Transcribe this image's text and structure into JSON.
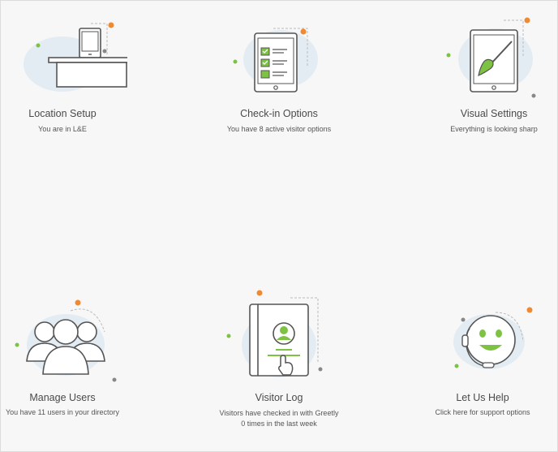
{
  "colors": {
    "accent_green": "#7dc242",
    "accent_orange": "#f08a32",
    "line_gray": "#555555",
    "blob_blue": "#e4ecf3"
  },
  "cards": [
    {
      "icon": "tablet-kiosk-icon",
      "title": "Location Setup",
      "subtitle": "You are in L&E"
    },
    {
      "icon": "checklist-tablet-icon",
      "title": "Check-in Options",
      "subtitle": "You have 8 active visitor options"
    },
    {
      "icon": "paintbrush-tablet-icon",
      "title": "Visual Settings",
      "subtitle": "Everything is looking sharp"
    },
    {
      "icon": "users-group-icon",
      "title": "Manage Users",
      "subtitle": "You have 11 users in your directory"
    },
    {
      "icon": "visitor-book-icon",
      "title": "Visitor Log",
      "subtitle": "Visitors have checked in with Greetly",
      "subtitle2": "0 times in the last week"
    },
    {
      "icon": "smiley-headset-icon",
      "title": "Let Us Help",
      "subtitle": "Click here for support options"
    }
  ]
}
